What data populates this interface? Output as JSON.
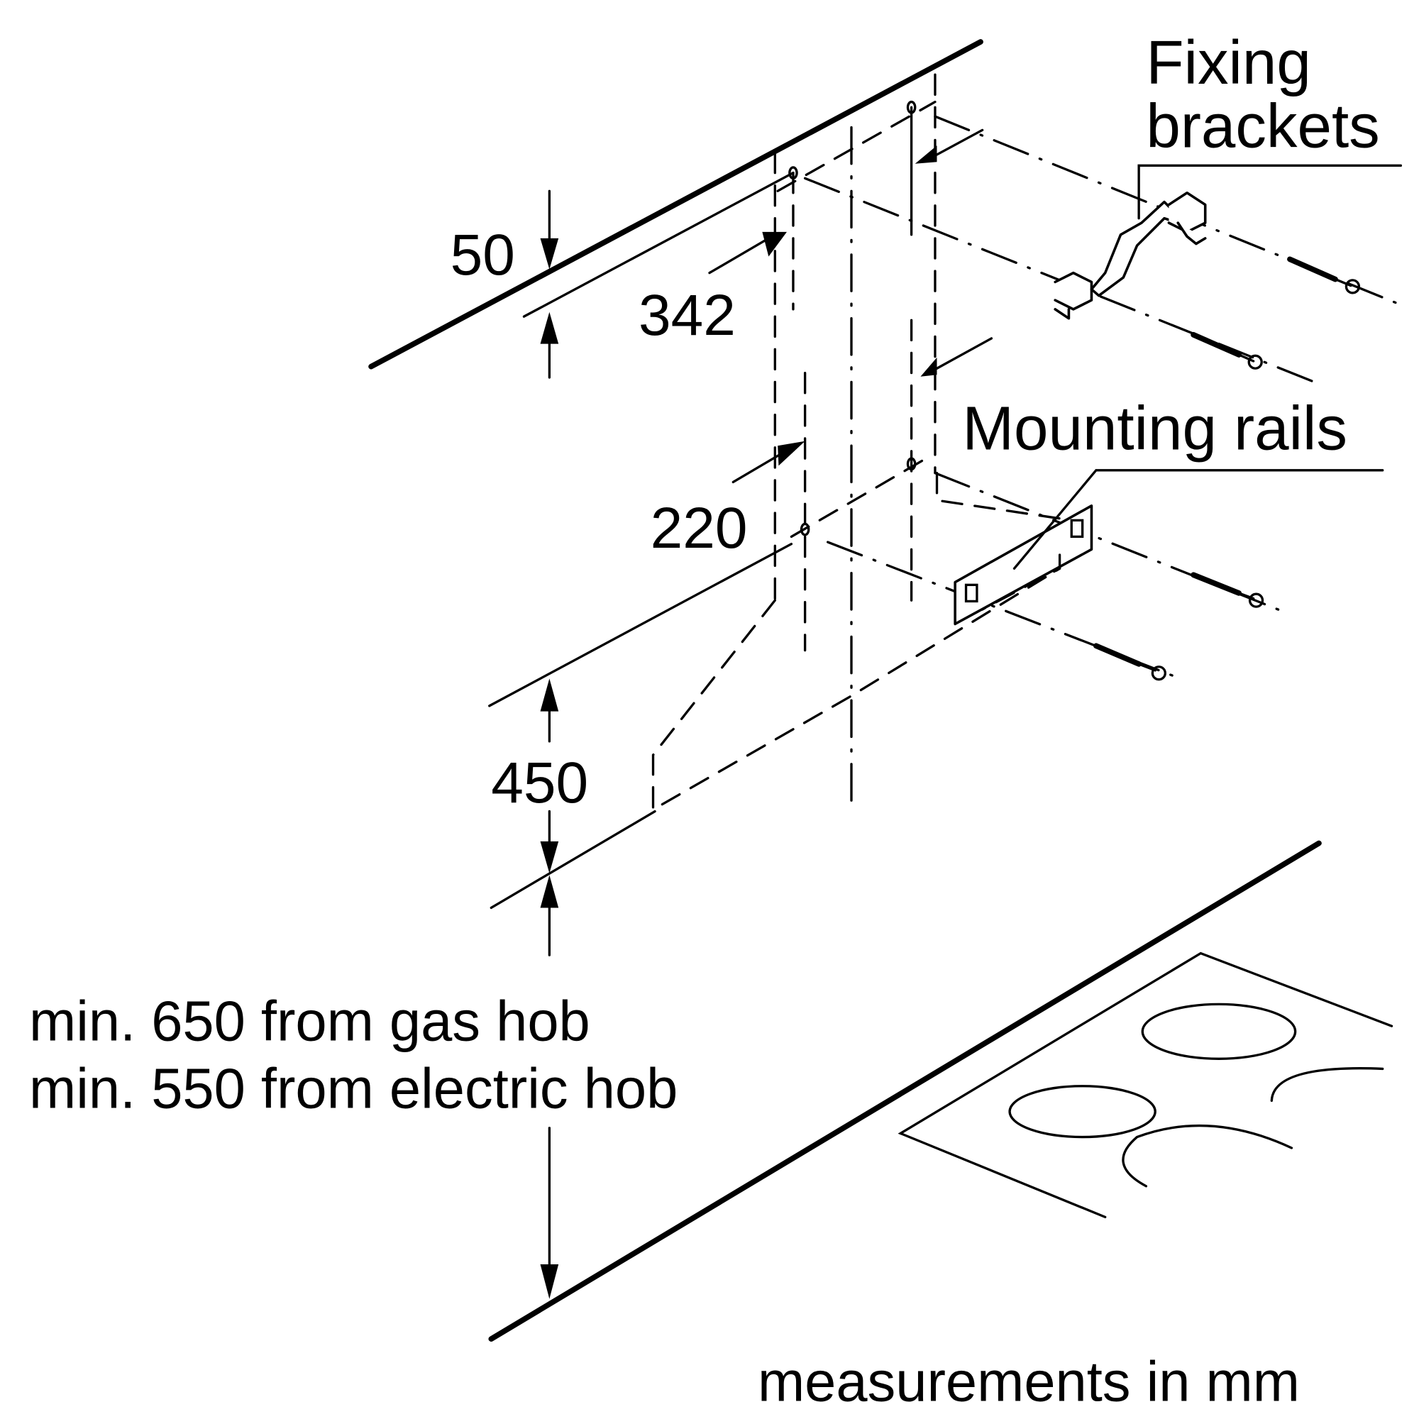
{
  "diagram": {
    "title": "Wall-mounted cooker hood installation dimensions",
    "dimensions": {
      "top_offset": "50",
      "hole_spacing_upper": "342",
      "hole_spacing_lower": "220",
      "height_below_rails": "450"
    },
    "labels": {
      "fixing_brackets_line1": "Fixing",
      "fixing_brackets_line2": "brackets",
      "mounting_rails": "Mounting rails"
    },
    "clearance": {
      "gas": "min. 650 from gas hob",
      "electric": "min. 550 from electric hob"
    },
    "units_note": "measurements in mm",
    "colors": {
      "ink": "#000000",
      "background": "#ffffff"
    }
  }
}
